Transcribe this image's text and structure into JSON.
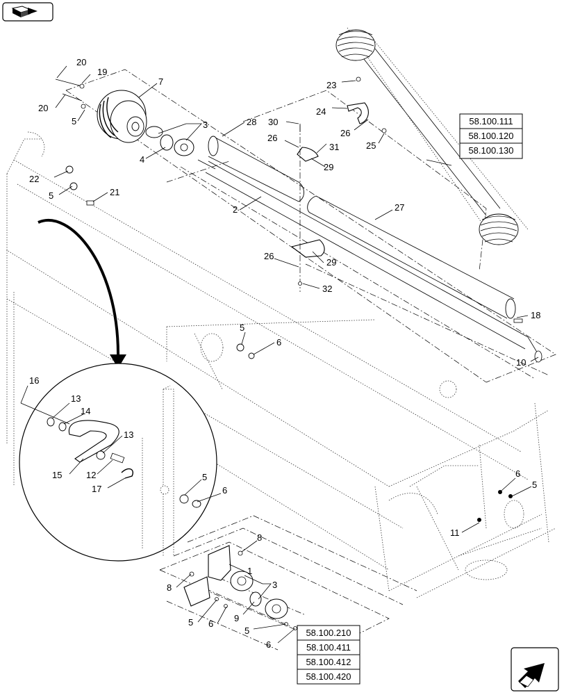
{
  "labels": {
    "n1": "1",
    "n2": "2",
    "n3a": "3",
    "n3b": "3",
    "n4": "4",
    "n5a": "5",
    "n5b": "5",
    "n5c": "5",
    "n5d": "5",
    "n5e": "5",
    "n5f": "5",
    "n5g": "5",
    "n6a": "6",
    "n6b": "6",
    "n6c": "6",
    "n6d": "6",
    "n6e": "6",
    "n7": "7",
    "n8a": "8",
    "n8b": "8",
    "n9": "9",
    "n10": "10",
    "n11": "11",
    "n12": "12",
    "n13a": "13",
    "n13b": "13",
    "n14": "14",
    "n15": "15",
    "n16": "16",
    "n17": "17",
    "n18": "18",
    "n19": "19",
    "n20a": "20",
    "n20b": "20",
    "n21": "21",
    "n22": "22",
    "n23": "23",
    "n24": "24",
    "n25": "25",
    "n26a": "26",
    "n26b": "26",
    "n26c": "26",
    "n27": "27",
    "n28": "28",
    "n29a": "29",
    "n29b": "29",
    "n30": "30",
    "n31": "31",
    "n32": "32"
  },
  "refs_top": [
    "58.100.111",
    "58.100.120",
    "58.100.130"
  ],
  "refs_bottom": [
    "58.100.210",
    "58.100.411",
    "58.100.412",
    "58.100.420"
  ],
  "icons": {
    "top_left": "exploded-view-icon",
    "bottom_right": "next-page-arrow-icon"
  }
}
